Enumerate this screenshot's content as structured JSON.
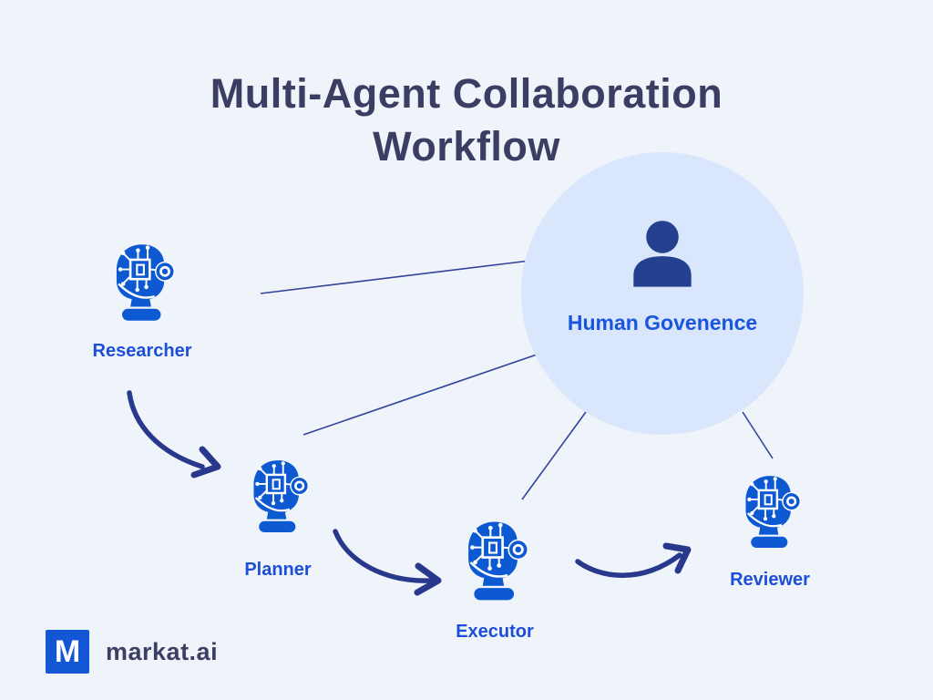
{
  "title": {
    "line1": "Multi-Agent Collaboration",
    "line2": "Workflow"
  },
  "governance": {
    "label": "Human Govenence",
    "icon": "person-icon"
  },
  "agents": [
    {
      "id": "researcher",
      "label": "Researcher",
      "icon": "ai-robot-head-icon"
    },
    {
      "id": "planner",
      "label": "Planner",
      "icon": "ai-robot-head-icon"
    },
    {
      "id": "executor",
      "label": "Executor",
      "icon": "ai-robot-head-icon"
    },
    {
      "id": "reviewer",
      "label": "Reviewer",
      "icon": "ai-robot-head-icon"
    }
  ],
  "connections": {
    "flow": [
      {
        "from": "Researcher",
        "to": "Planner"
      },
      {
        "from": "Planner",
        "to": "Executor"
      },
      {
        "from": "Executor",
        "to": "Reviewer"
      }
    ],
    "governance_links": [
      "Researcher",
      "Planner",
      "Executor",
      "Reviewer"
    ]
  },
  "logo": {
    "monogram": "M",
    "text": "markat.ai"
  },
  "colors": {
    "background": "#eff4fb",
    "title_text": "#3c3d63",
    "agent_icon": "#0d59d2",
    "agent_label": "#1d4ed8",
    "governance_fill": "#d9e6fc",
    "governance_label": "#1a56db",
    "person_icon": "#24418f",
    "flow_arrow": "#28388c",
    "governance_link": "#32439a",
    "logo_square": "#1357d4",
    "logo_text": "#3d3e63"
  }
}
